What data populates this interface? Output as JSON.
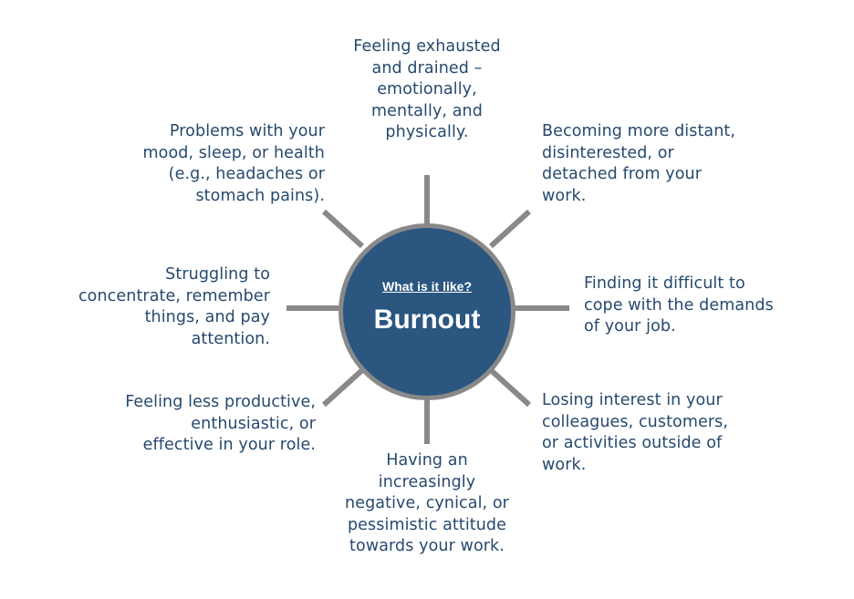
{
  "center": {
    "subtitle": "What is it like?",
    "title": "Burnout"
  },
  "notes": {
    "top": [
      "Feeling exhausted",
      "and drained –",
      "emotionally,",
      "mentally, and",
      "physically."
    ],
    "top_right": [
      "Becoming more distant,",
      "disinterested, or",
      "detached from your",
      "work."
    ],
    "right": [
      "Finding it difficult to",
      "cope with the demands",
      "of your job."
    ],
    "bottom_right": [
      "Losing interest in your",
      "colleagues, customers,",
      "or activities outside of",
      "work."
    ],
    "bottom": [
      "Having an",
      "increasingly",
      "negative, cynical, or",
      "pessimistic attitude",
      "towards your work."
    ],
    "bottom_left": [
      "Feeling less productive,",
      "enthusiastic, or",
      "effective in your role."
    ],
    "left": [
      "Struggling to",
      "concentrate, remember",
      "things, and pay",
      "attention."
    ],
    "top_left": [
      "Problems with your",
      "mood, sleep, or health",
      "(e.g., headaches or",
      "stomach pains)."
    ]
  },
  "colors": {
    "hub_fill": "#2a5680",
    "ring_and_spokes": "#898989",
    "text": "#26496e"
  }
}
